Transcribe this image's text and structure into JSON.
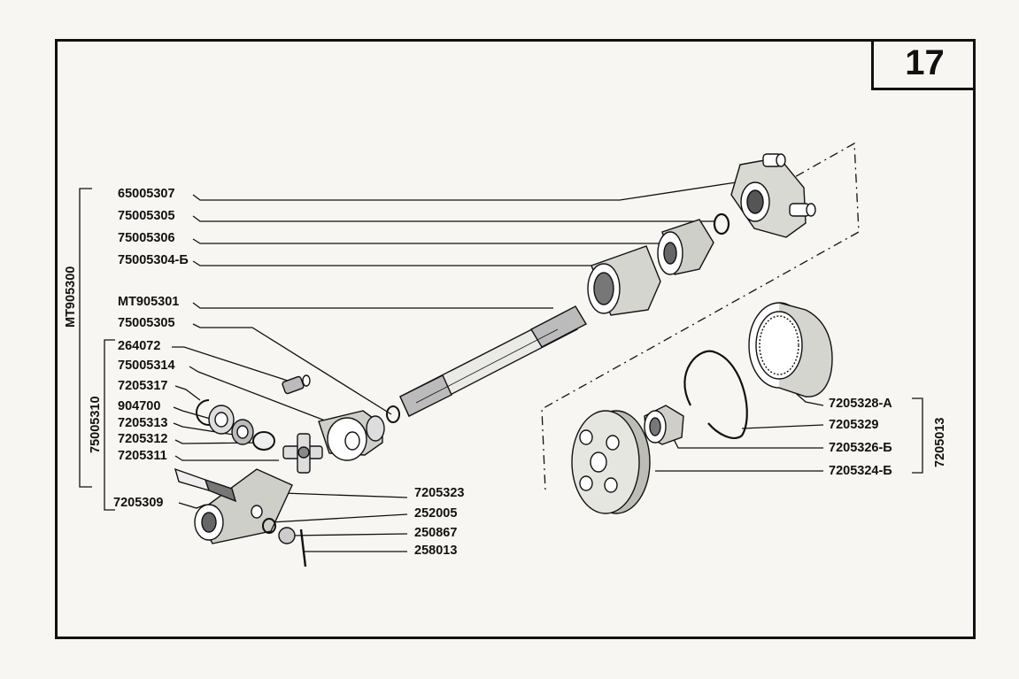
{
  "page_number": "17",
  "labels": {
    "p65005307": "65005307",
    "p75005305_top": "75005305",
    "p75005306": "75005306",
    "p75005304b": "75005304-Б",
    "pMT905301": "MT905301",
    "p75005305_mid": "75005305",
    "p264072": "264072",
    "p75005314": "75005314",
    "p7205317": "7205317",
    "p904700": "904700",
    "p7205313": "7205313",
    "p7205312": "7205312",
    "p7205311": "7205311",
    "p7205323": "7205323",
    "p7205309": "7205309",
    "p252005": "252005",
    "p250867": "250867",
    "p258013": "258013",
    "p7205328a": "7205328-А",
    "p7205329": "7205329",
    "p7205326b": "7205326-Б",
    "p7205324b": "7205324-Б"
  },
  "group_labels": {
    "mt905300": "MT905300",
    "g75005310": "75005310",
    "g7205013": "7205013"
  }
}
